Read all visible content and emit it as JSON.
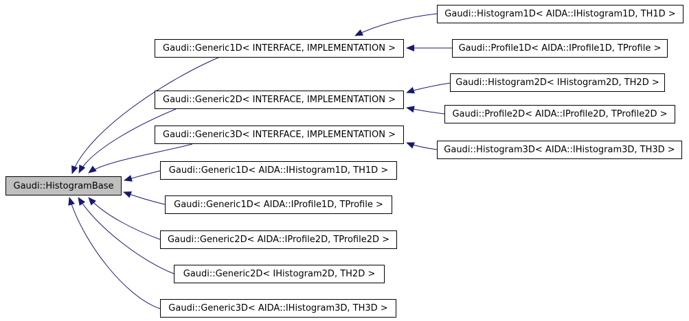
{
  "diagram": {
    "base_node": {
      "label": "Gaudi::HistogramBase"
    },
    "generic_nodes": [
      "Gaudi::Generic1D< INTERFACE, IMPLEMENTATION >",
      "Gaudi::Generic2D< INTERFACE, IMPLEMENTATION >",
      "Gaudi::Generic3D< INTERFACE, IMPLEMENTATION >",
      "Gaudi::Generic1D< AIDA::IHistogram1D, TH1D >",
      "Gaudi::Generic1D< AIDA::IProfile1D, TProfile >",
      "Gaudi::Generic2D< AIDA::IProfile2D, TProfile2D >",
      "Gaudi::Generic2D< IHistogram2D, TH2D >",
      "Gaudi::Generic3D< AIDA::IHistogram3D, TH3D >"
    ],
    "derived_nodes": [
      "Gaudi::Histogram1D< AIDA::IHistogram1D, TH1D >",
      "Gaudi::Profile1D< AIDA::IProfile1D, TProfile >",
      "Gaudi::Histogram2D< IHistogram2D, TH2D >",
      "Gaudi::Profile2D< AIDA::IProfile2D, TProfile2D >",
      "Gaudi::Histogram3D< AIDA::IHistogram3D, TH3D >"
    ],
    "edges": [
      {
        "from": "Gaudi::Generic1D< INTERFACE, IMPLEMENTATION >",
        "to": "Gaudi::HistogramBase"
      },
      {
        "from": "Gaudi::Generic2D< INTERFACE, IMPLEMENTATION >",
        "to": "Gaudi::HistogramBase"
      },
      {
        "from": "Gaudi::Generic3D< INTERFACE, IMPLEMENTATION >",
        "to": "Gaudi::HistogramBase"
      },
      {
        "from": "Gaudi::Generic1D< AIDA::IHistogram1D, TH1D >",
        "to": "Gaudi::HistogramBase"
      },
      {
        "from": "Gaudi::Generic1D< AIDA::IProfile1D, TProfile >",
        "to": "Gaudi::HistogramBase"
      },
      {
        "from": "Gaudi::Generic2D< AIDA::IProfile2D, TProfile2D >",
        "to": "Gaudi::HistogramBase"
      },
      {
        "from": "Gaudi::Generic2D< IHistogram2D, TH2D >",
        "to": "Gaudi::HistogramBase"
      },
      {
        "from": "Gaudi::Generic3D< AIDA::IHistogram3D, TH3D >",
        "to": "Gaudi::HistogramBase"
      },
      {
        "from": "Gaudi::Histogram1D< AIDA::IHistogram1D, TH1D >",
        "to": "Gaudi::Generic1D< INTERFACE, IMPLEMENTATION >"
      },
      {
        "from": "Gaudi::Profile1D< AIDA::IProfile1D, TProfile >",
        "to": "Gaudi::Generic1D< INTERFACE, IMPLEMENTATION >"
      },
      {
        "from": "Gaudi::Histogram2D< IHistogram2D, TH2D >",
        "to": "Gaudi::Generic2D< INTERFACE, IMPLEMENTATION >"
      },
      {
        "from": "Gaudi::Profile2D< AIDA::IProfile2D, TProfile2D >",
        "to": "Gaudi::Generic2D< INTERFACE, IMPLEMENTATION >"
      },
      {
        "from": "Gaudi::Histogram3D< AIDA::IHistogram3D, TH3D >",
        "to": "Gaudi::Generic3D< INTERFACE, IMPLEMENTATION >"
      }
    ],
    "colors": {
      "edge": "#191970",
      "node_border": "#000000",
      "node_fill": "#ffffff",
      "base_node_fill": "#bfbfbf",
      "text": "#000000",
      "background": "#ffffff"
    }
  }
}
